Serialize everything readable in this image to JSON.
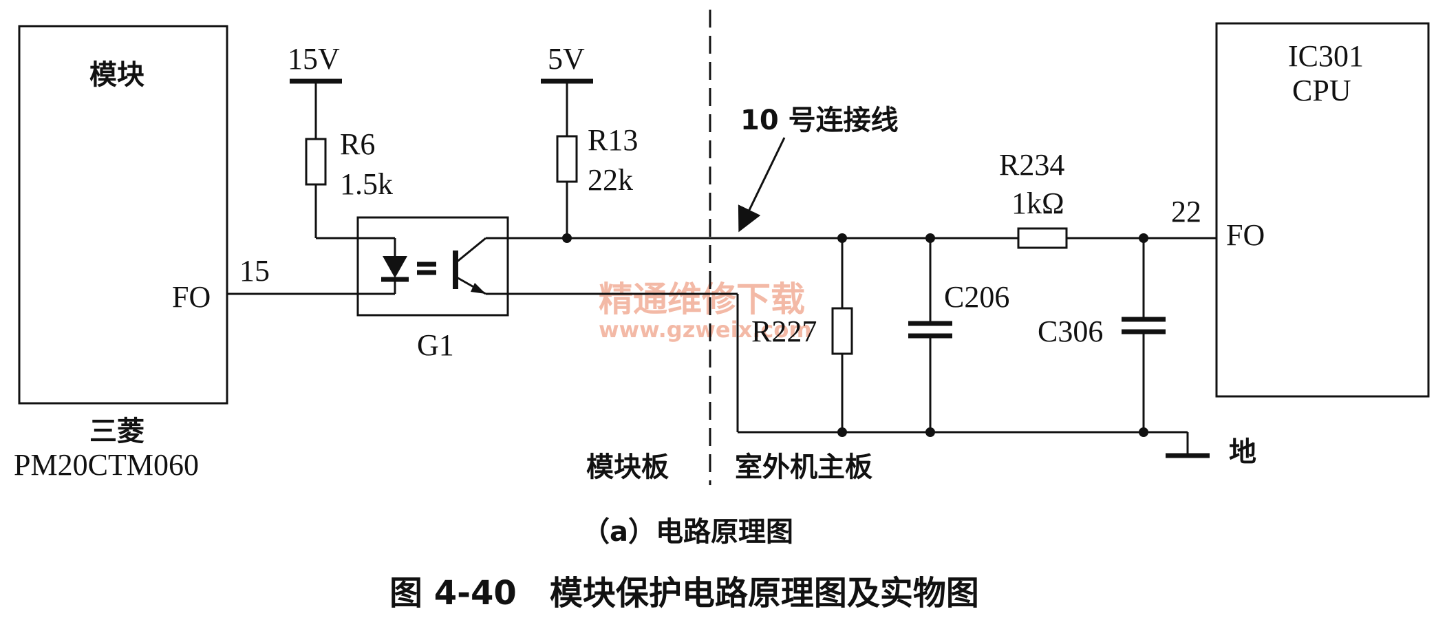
{
  "module_box": {
    "title": "模块",
    "maker": "三菱",
    "model": "PM20CTM060",
    "pin_name": "FO",
    "pin_number": "15"
  },
  "cpu_box": {
    "line1": "IC301",
    "line2": "CPU",
    "pin_name": "FO",
    "pin_number": "22"
  },
  "supplies": {
    "v15": "15V",
    "v5": "5V"
  },
  "components": {
    "r6_name": "R6",
    "r6_value": "1.5k",
    "r13_name": "R13",
    "r13_value": "22k",
    "r234_name": "R234",
    "r234_value": "1kΩ",
    "r227_name": "R227",
    "c206_name": "C206",
    "c306_name": "C306",
    "optocoupler": "G1"
  },
  "annotations": {
    "connector": "10 号连接线",
    "ground": "地",
    "left_board": "模块板",
    "right_board": "室外机主板"
  },
  "captions": {
    "sub": "（a）电路原理图",
    "figure": "图 4-40　模块保护电路原理图及实物图"
  },
  "watermark": {
    "text": "精通维修下载",
    "url": "www.gzweix.com"
  }
}
